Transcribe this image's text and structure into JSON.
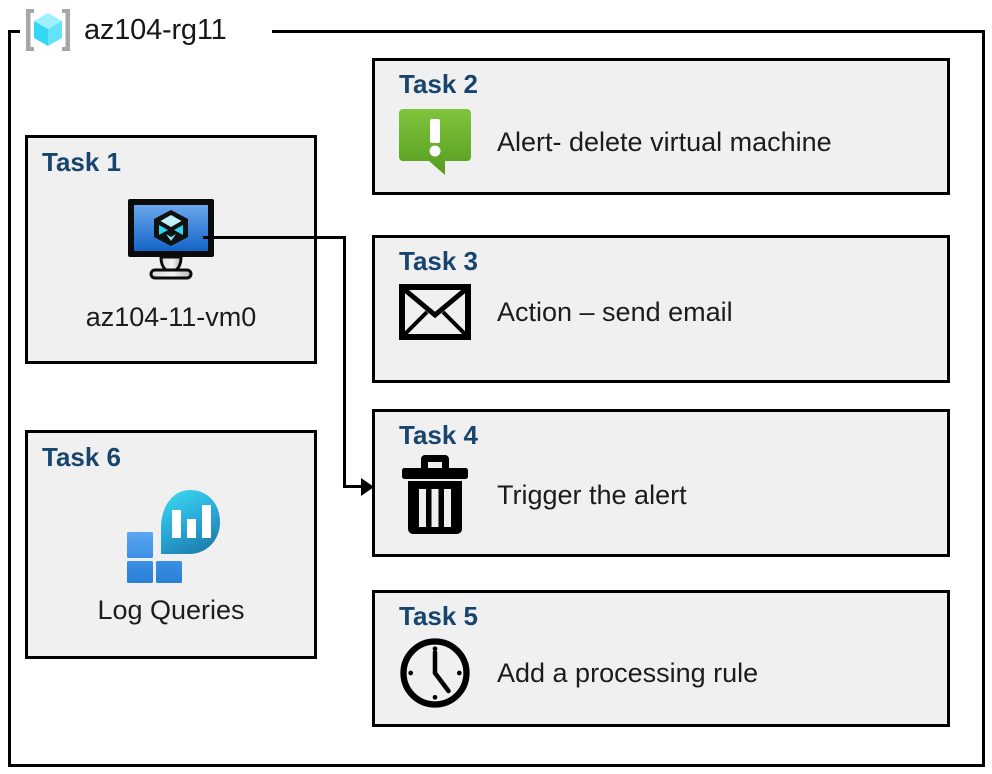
{
  "resource_group": {
    "title": "az104-rg11",
    "icon": "azure-resource-group-icon",
    "border_color": "#000000"
  },
  "theme": {
    "card_fill": "#f0f0f0",
    "card_border": "#000000",
    "title_blue": "#17456e",
    "body_text": "#1c1c1c",
    "alert_green_top": "#7cc13a",
    "alert_green_bottom": "#5a9e22",
    "vm_blue_top": "#5b9be8",
    "vm_blue_bottom": "#1565c8",
    "log_cyan": "#32d0e8",
    "log_blue": "#2a8fe0",
    "rg_cube_cyan": "#7fe9fb"
  },
  "tasks": [
    {
      "id": "task-1",
      "title": "Task 1",
      "label": "az104-11-vm0",
      "icon": "virtual-machine-icon",
      "orientation": "vertical"
    },
    {
      "id": "task-2",
      "title": "Task 2",
      "label": "Alert- delete virtual machine",
      "icon": "alert-bubble-icon",
      "orientation": "horizontal"
    },
    {
      "id": "task-3",
      "title": "Task 3",
      "label": "Action – send email",
      "icon": "envelope-icon",
      "orientation": "horizontal"
    },
    {
      "id": "task-4",
      "title": "Task 4",
      "label": "Trigger the alert",
      "icon": "trash-icon",
      "orientation": "horizontal"
    },
    {
      "id": "task-5",
      "title": "Task 5",
      "label": "Add a processing rule",
      "icon": "clock-icon",
      "orientation": "horizontal"
    },
    {
      "id": "task-6",
      "title": "Task 6",
      "label": "Log Queries",
      "icon": "log-analytics-icon",
      "orientation": "vertical"
    }
  ],
  "connector": {
    "from": "task-1",
    "to": "task-4",
    "arrow": "arrow-right"
  }
}
